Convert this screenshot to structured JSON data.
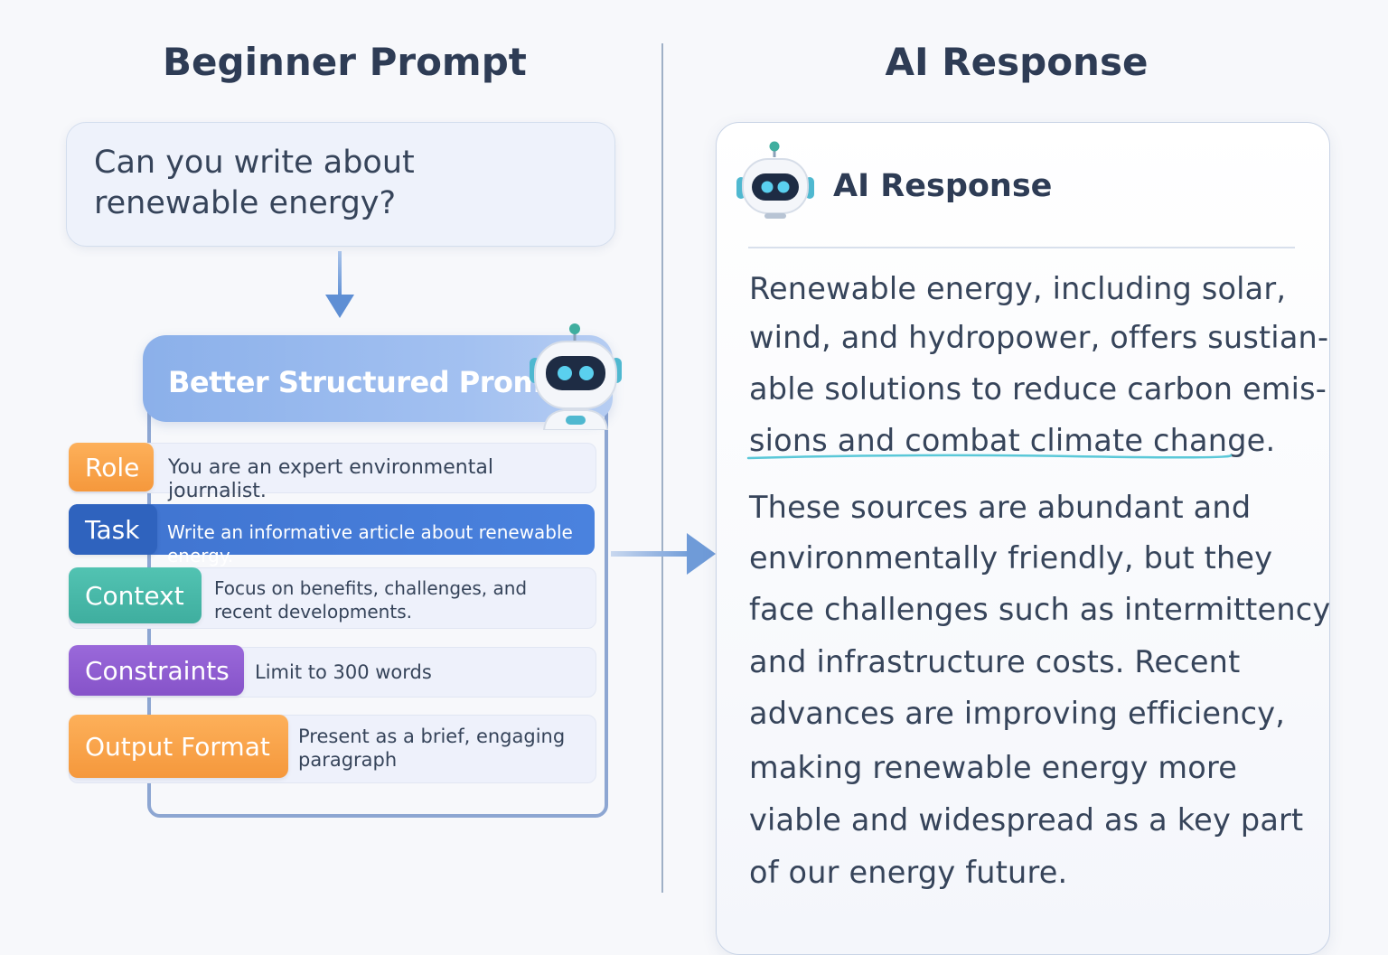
{
  "left_panel": {
    "heading": "Beginner Prompt",
    "beginner_prompt": {
      "line1": "Can you write about",
      "line2": "renewable energy?"
    },
    "structured": {
      "title": "Better Structured Prompt",
      "rows": [
        {
          "tag": "Role",
          "text": "You are an expert environmental journalist.",
          "color": "#f5983c"
        },
        {
          "tag": "Task",
          "text": "Write an informative article about renewable energy.",
          "color": "#2f63be"
        },
        {
          "tag": "Context",
          "text_lines": [
            "Focus on benefits, challenges, and",
            "recent developments."
          ],
          "color": "#3fae9f"
        },
        {
          "tag": "Constraints",
          "text": "Limit to 300 words",
          "color": "#8653c9"
        },
        {
          "tag": "Output Format",
          "text_lines": [
            "Present as a brief, engaging",
            "paragraph"
          ],
          "color": "#f5983c"
        }
      ]
    }
  },
  "right_panel": {
    "heading": "AI Response",
    "card_title": "AI Response",
    "paragraph1_lines": [
      "Renewable energy, including solar,",
      "wind, and hydropower, offers sustian-",
      "able solutions to reduce carbon emis-",
      "sions and combat climate change."
    ],
    "paragraph2_lines": [
      "These sources are abundant and",
      "environmentally friendly, but they",
      "face challenges such as intermittency",
      "and infrastructure costs. Recent",
      "advances are improving efficiency,",
      "making renewable energy more",
      "viable and widespread as  a  key part",
      "of our energy future."
    ]
  },
  "icons": {
    "robot": "robot-icon",
    "down_arrow": "arrow-down-icon",
    "right_arrow": "arrow-right-icon"
  },
  "colors": {
    "heading": "#2e3c55",
    "accent_blue": "#4a82de",
    "arrow": "#6f9bd8"
  }
}
